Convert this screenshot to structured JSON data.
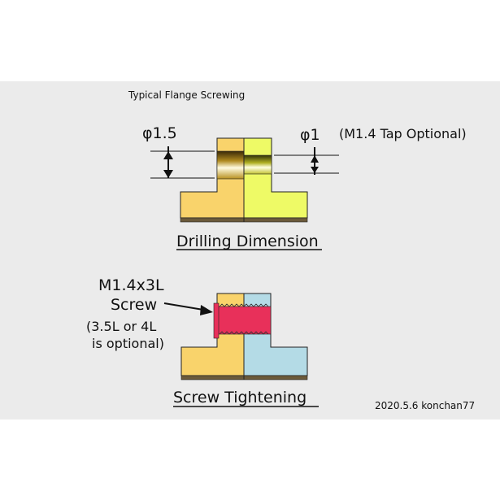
{
  "title": "Typical Flange Screwing",
  "drilling": {
    "left_dim": "φ1.5",
    "right_dim": "φ1",
    "right_note": "(M1.4 Tap Optional)",
    "caption": "Drilling Dimension"
  },
  "tightening": {
    "screw_line1": "M1.4x3L",
    "screw_line2": "Screw",
    "option_line1": "(3.5L or 4L",
    "option_line2": "is optional)",
    "caption": "Screw Tightening"
  },
  "credit": "2020.5.6 konchan77",
  "colors": {
    "panel": "#ebebeb",
    "left_part": "#f9d36b",
    "right_part_top": "#eefa66",
    "right_part_bottom": "#b4dbe6",
    "screw": "#e8305a",
    "base": "#6b5a3a"
  }
}
